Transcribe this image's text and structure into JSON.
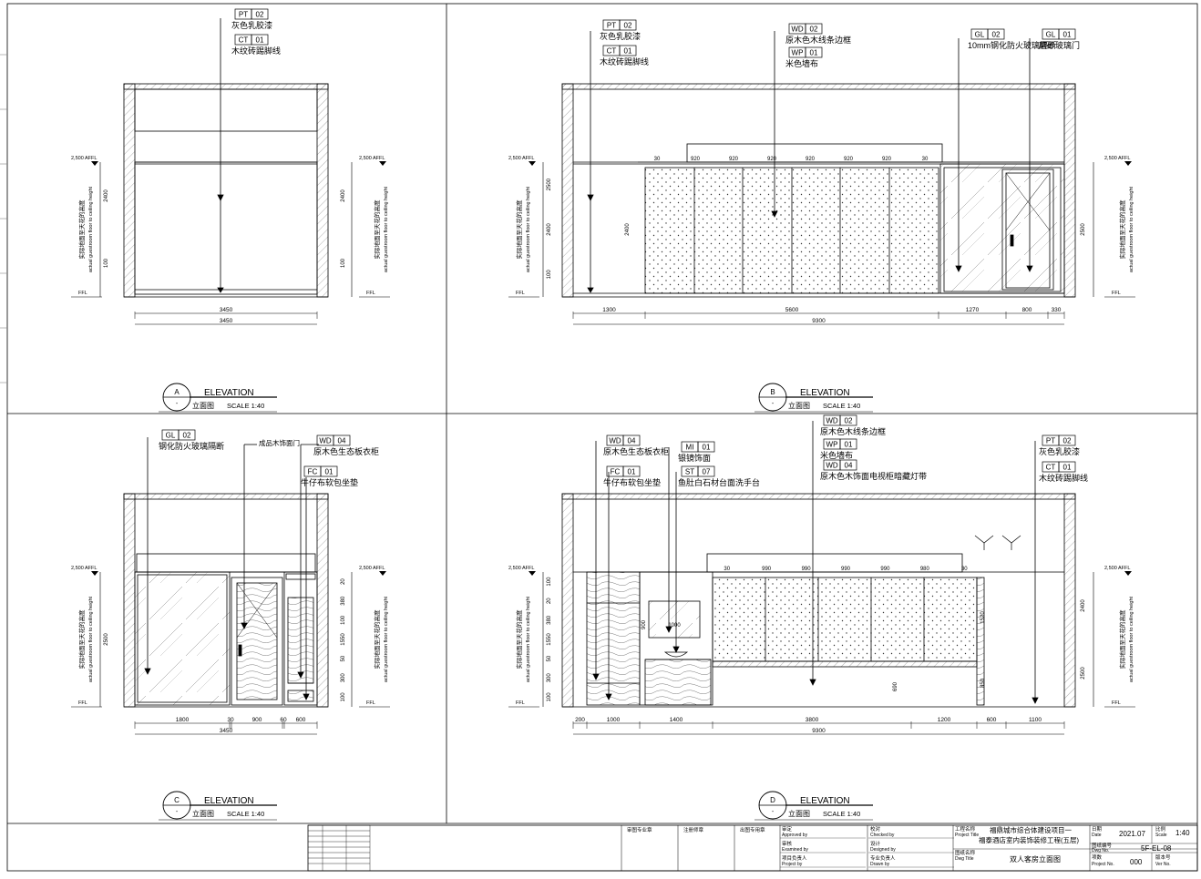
{
  "sheet": {
    "colors": {
      "line": "#000000",
      "grid": "#b8b8b8",
      "bg": "#ffffff"
    }
  },
  "views": [
    {
      "letter": "A",
      "sub": "-",
      "title": "ELEVATION",
      "cn": "立面图",
      "scale": "SCALE 1:40",
      "callouts": [
        {
          "code": "PT",
          "num": "02",
          "text": "灰色乳胶漆"
        },
        {
          "code": "CT",
          "num": "01",
          "text": "木纹砖踢脚线"
        }
      ],
      "level_top": "2,500 AFFL",
      "level_bottom": "FFL",
      "left_dims": [
        "2400",
        "100"
      ],
      "right_dims": [
        "2400",
        "100"
      ],
      "side_cn": "实际地面至天花的高度",
      "side_en": "actual guestroom floor to ceiling height",
      "bottom_dims": [
        "3450"
      ],
      "total": "3450"
    },
    {
      "letter": "B",
      "sub": "-",
      "title": "ELEVATION",
      "cn": "立面图",
      "scale": "SCALE 1:40",
      "callouts": [
        {
          "code": "PT",
          "num": "02",
          "text": "灰色乳胶漆"
        },
        {
          "code": "CT",
          "num": "01",
          "text": "木纹砖踢脚线"
        },
        {
          "code": "WD",
          "num": "02",
          "text": "原木色木线条边框"
        },
        {
          "code": "WP",
          "num": "01",
          "text": "米色墙布"
        },
        {
          "code": "GL",
          "num": "02",
          "text": "10mm钢化防火玻璃隔断"
        },
        {
          "code": "GL",
          "num": "01",
          "text": "磨砂玻璃门"
        }
      ],
      "level_top": "2,500 AFFL",
      "level_bottom": "FFL",
      "left_dims": [
        "2500",
        "2400",
        "100"
      ],
      "right_dims": [
        "2500"
      ],
      "side_cn": "实际地面至天花的高度",
      "side_en": "actual guestroom floor to ceiling height",
      "panel_height": "2400",
      "top_dims": [
        "30",
        "920",
        "920",
        "920",
        "920",
        "920",
        "920",
        "30"
      ],
      "bottom_dims": [
        "1300",
        "5600",
        "1270",
        "800",
        "330"
      ],
      "total": "9300"
    },
    {
      "letter": "C",
      "sub": "-",
      "title": "ELEVATION",
      "cn": "立面图",
      "scale": "SCALE 1:40",
      "callouts": [
        {
          "code": "GL",
          "num": "02",
          "text": "钢化防火玻璃隔断"
        },
        {
          "code": "",
          "num": "",
          "text": "成品木饰面门"
        },
        {
          "code": "WD",
          "num": "04",
          "text": "原木色生态板衣柜"
        },
        {
          "code": "FC",
          "num": "01",
          "text": "牛仔布软包坐垫"
        }
      ],
      "level_top": "2,500 AFFL",
      "level_bottom": "FFL",
      "left_dims": [
        "2500"
      ],
      "right_dims": [
        "20",
        "380",
        "100",
        "1550",
        "50",
        "300",
        "100"
      ],
      "side_cn": "实际地面至天花的高度",
      "side_en": "actual guestroom floor to ceiling height",
      "bottom_dims": [
        "1800",
        "30",
        "900",
        "60",
        "600"
      ],
      "total": "3450"
    },
    {
      "letter": "D",
      "sub": "-",
      "title": "ELEVATION",
      "cn": "立面图",
      "scale": "SCALE 1:40",
      "callouts": [
        {
          "code": "WD",
          "num": "04",
          "text": "原木色生态板衣柜"
        },
        {
          "code": "FC",
          "num": "01",
          "text": "牛仔布软包坐垫"
        },
        {
          "code": "MI",
          "num": "01",
          "text": "银镜饰面"
        },
        {
          "code": "ST",
          "num": "07",
          "text": "鱼肚白石材台面洗手台"
        },
        {
          "code": "WD",
          "num": "02",
          "text": "原木色木线条边框"
        },
        {
          "code": "WP",
          "num": "01",
          "text": "米色墙布"
        },
        {
          "code": "WD",
          "num": "04",
          "text": "原木色木饰面电视柜暗藏灯带"
        },
        {
          "code": "PT",
          "num": "02",
          "text": "灰色乳胶漆"
        },
        {
          "code": "CT",
          "num": "01",
          "text": "木纹砖踢脚线"
        }
      ],
      "level_top": "2,500 AFFL",
      "level_bottom": "FFL",
      "left_dims": [
        "100",
        "20",
        "380",
        "1550",
        "50",
        "300",
        "100"
      ],
      "right_dims": [
        "2400",
        "2500"
      ],
      "side_cn": "实际地面至天花的高度",
      "side_en": "actual guestroom floor to ceiling height",
      "inner_dims": [
        "1000",
        "900",
        "1520",
        "850",
        "690"
      ],
      "top_dims": [
        "30",
        "990",
        "990",
        "990",
        "990",
        "980",
        "30"
      ],
      "bottom_dims": [
        "200",
        "1000",
        "1400",
        "3800",
        "1200",
        "600",
        "1100"
      ],
      "total": "9300"
    }
  ],
  "title_block": {
    "approvals": [
      {
        "cn": "审定",
        "en": "Approved by"
      },
      {
        "cn": "审核",
        "en": "Examined by"
      },
      {
        "cn": "项目负责人",
        "en": "Project by"
      },
      {
        "cn": "校对",
        "en": "Checked by"
      },
      {
        "cn": "设计",
        "en": "Designed by"
      },
      {
        "cn": "专业负责人",
        "en": "Drawn by"
      }
    ],
    "stamps": [
      "审图专业章",
      "注册师章",
      "出图专用章"
    ],
    "project_label": "工程名称",
    "project_label_en": "Project Title",
    "project_name_1": "福鼎城市综合体建设项目一",
    "project_name_2": "福泰酒店室内装饰装修工程(五层)",
    "drawing_label": "图纸名称",
    "drawing_label_en": "Dwg Title",
    "drawing_name": "双人客房立面图",
    "date_label": "日期",
    "date_label_en": "Date",
    "date": "2021.07",
    "scale_label": "比例",
    "scale_label_en": "Scale",
    "scale": "1:40",
    "dwg_no_label": "图纸编号",
    "dwg_no_label_en": "Dwg No.",
    "dwg_no": "5F-EL-08",
    "proj_no_label": "项数",
    "proj_no_label_en": "Project No.",
    "proj_no": "000",
    "ver_label": "版本号",
    "ver_label_en": "Ver No."
  }
}
